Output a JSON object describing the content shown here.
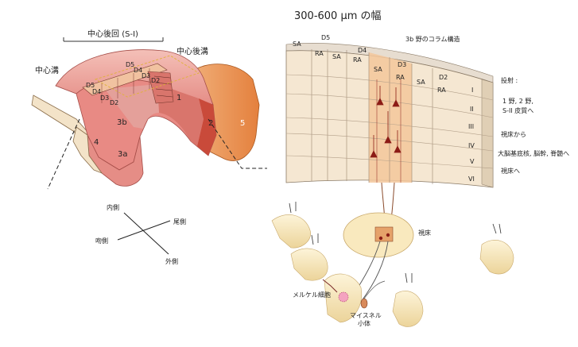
{
  "left_figure": {
    "title": "中心後回 (S-I)",
    "central_sulcus": "中心溝",
    "postcentral_sulcus": "中心後溝",
    "areas": {
      "a1": "1",
      "a2": "2",
      "a3a": "3a",
      "a3b": "3b",
      "a4": "4",
      "a5": "5"
    },
    "digits_3b": [
      "D5",
      "D4",
      "D3",
      "D2"
    ],
    "digits_1": [
      "D5",
      "D4",
      "D3",
      "D2"
    ]
  },
  "orientation": {
    "medial": "内側",
    "caudal": "尾側",
    "rostral": "吻側",
    "lateral": "外側"
  },
  "right_figure": {
    "width_label": "300-600 μm の幅",
    "column_title": "3b 野のコラム構造",
    "columns": [
      {
        "digit": "D5",
        "sa": "SA",
        "ra": "RA"
      },
      {
        "digit": "D4",
        "sa": "SA",
        "ra": "RA"
      },
      {
        "digit": "D3",
        "sa": "SA",
        "ra": "RA"
      },
      {
        "digit": "D2",
        "sa": "SA",
        "ra": "RA"
      }
    ],
    "layers": [
      "I",
      "II",
      "III",
      "IV",
      "V",
      "VI"
    ],
    "annotations": {
      "projection": "投射 :",
      "to_areas": "1 野, 2 野,\nS-II 皮質へ",
      "from_thalamus": "視床から",
      "to_basal": "大脳基底核, 脳幹, 脊髄へ",
      "to_thalamus": "視床へ"
    },
    "thalamus_label": "視床",
    "merkel_label": "メルケル細胞",
    "meissner_label": "マイスネル\n小体"
  },
  "colors": {
    "cortex_pink": "#e8a0a0",
    "cortex_red": "#c94a3a",
    "cortex_orange": "#e98a45",
    "column_beige": "#f5e7d2",
    "highlight_column": "#f3c79b",
    "finger_cream": "#f8e6b8"
  }
}
